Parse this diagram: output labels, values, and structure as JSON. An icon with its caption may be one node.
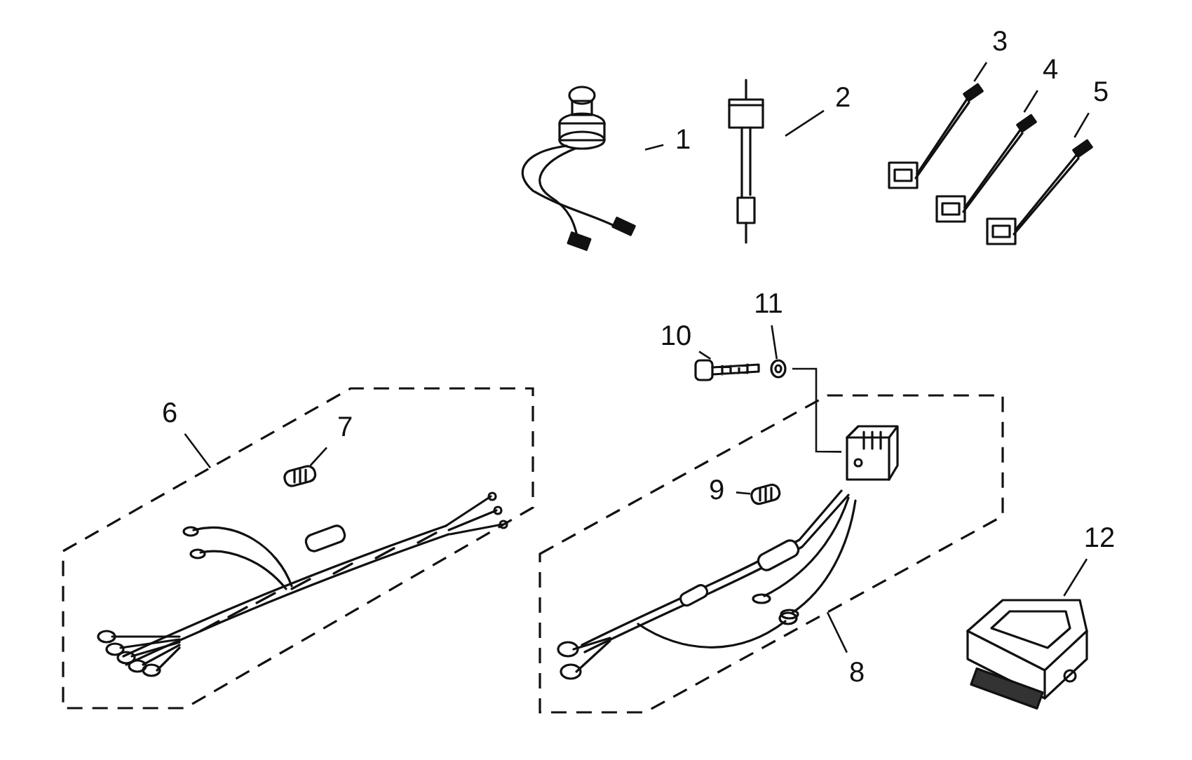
{
  "diagram": {
    "nodes": [
      {
        "text": [
          "1"
        ]
      },
      {
        "text": [],
        "shape": "picture"
      },
      {
        "text": [
          "2"
        ]
      },
      {
        "text": [],
        "shape": "picture"
      },
      {
        "text": [
          "3"
        ]
      },
      {
        "text": [],
        "shape": "picture"
      },
      {
        "text": [
          "4"
        ]
      },
      {
        "text": [],
        "shape": "picture"
      },
      {
        "text": [
          "5"
        ]
      },
      {
        "text": [],
        "shape": "picture"
      },
      {
        "text": [
          "6"
        ]
      },
      {
        "text": [],
        "shape": "box"
      },
      {
        "text": [],
        "shape": "picture",
        "in": 11
      },
      {
        "text": [
          "7"
        ],
        "in": 11
      },
      {
        "text": [],
        "shape": "picture",
        "in": 11
      },
      {
        "text": [
          "10"
        ]
      },
      {
        "text": [],
        "shape": "picture"
      },
      {
        "text": [
          "11"
        ]
      },
      {
        "text": [],
        "shape": "picture"
      },
      {
        "text": [],
        "shape": "box"
      },
      {
        "text": [],
        "shape": "picture",
        "in": 19
      },
      {
        "text": [],
        "shape": "picture",
        "in": 19
      },
      {
        "text": [
          "9"
        ],
        "in": 19
      },
      {
        "text": [],
        "shape": "picture",
        "in": 19
      },
      {
        "text": [
          "8"
        ]
      },
      {
        "text": [
          "12"
        ]
      },
      {
        "text": [],
        "shape": "picture"
      }
    ],
    "edges": [
      {
        "from": 0,
        "to": 1,
        "arrow": "none"
      },
      {
        "from": 2,
        "to": 3,
        "arrow": "none"
      },
      {
        "from": 4,
        "to": 5,
        "arrow": "none"
      },
      {
        "from": 6,
        "to": 7,
        "arrow": "none"
      },
      {
        "from": 8,
        "to": 9,
        "arrow": "none"
      },
      {
        "from": 10,
        "to": 11,
        "arrow": "none"
      },
      {
        "from": 13,
        "to": 14,
        "arrow": "none"
      },
      {
        "from": 15,
        "to": 16,
        "arrow": "none"
      },
      {
        "from": 17,
        "to": 18,
        "arrow": "none"
      },
      {
        "from": 18,
        "to": 20,
        "arrow": "none"
      },
      {
        "from": 22,
        "to": 23,
        "arrow": "none"
      },
      {
        "from": 24,
        "to": 19,
        "arrow": "none"
      },
      {
        "from": 25,
        "to": 26,
        "arrow": "none"
      }
    ]
  }
}
